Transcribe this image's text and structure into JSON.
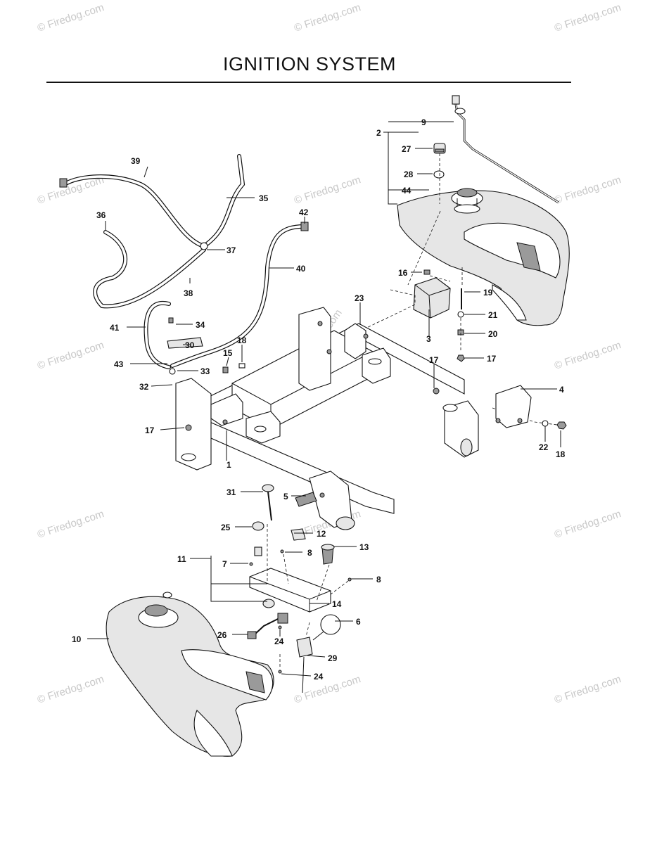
{
  "page_title": "IGNITION SYSTEM",
  "watermark": "© Firedog.com",
  "callouts": [
    "1",
    "2",
    "3",
    "4",
    "5",
    "6",
    "7",
    "8",
    "8",
    "9",
    "10",
    "11",
    "12",
    "13",
    "14",
    "15",
    "16",
    "17",
    "17",
    "17",
    "18",
    "18",
    "19",
    "20",
    "21",
    "22",
    "23",
    "24",
    "24",
    "25",
    "26",
    "27",
    "28",
    "29",
    "30",
    "31",
    "32",
    "33",
    "34",
    "35",
    "36",
    "37",
    "38",
    "39",
    "40",
    "41",
    "42",
    "43",
    "44"
  ]
}
